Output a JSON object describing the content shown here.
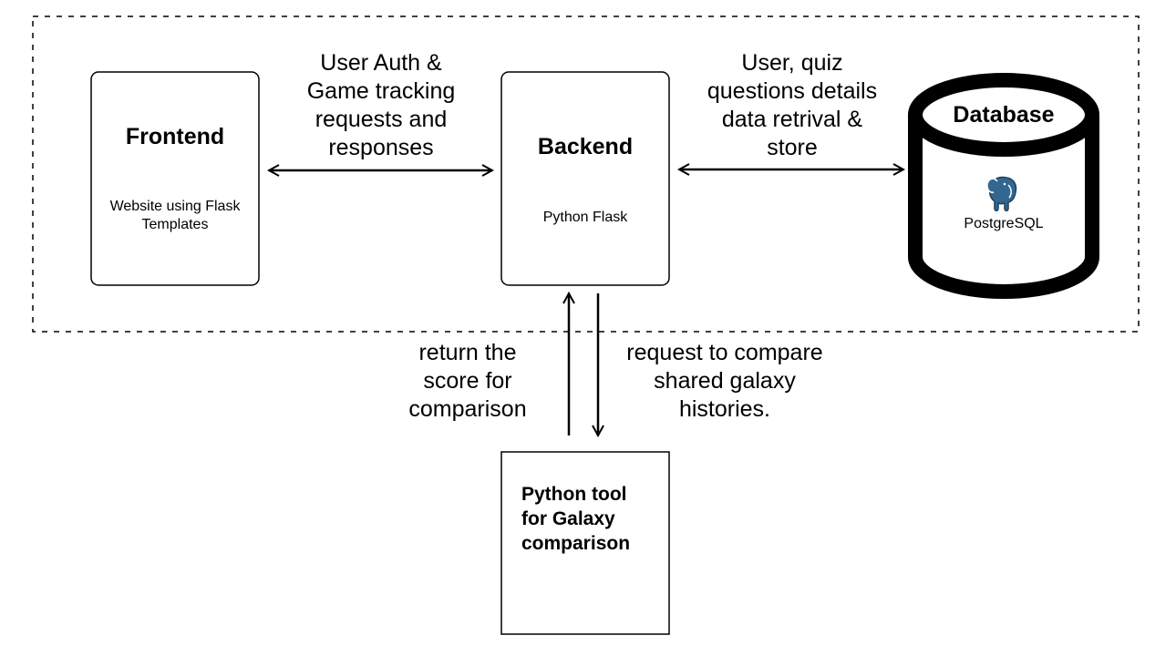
{
  "frontend": {
    "title": "Frontend",
    "subtitle": "Website using Flask\nTemplates"
  },
  "backend": {
    "title": "Backend",
    "subtitle": "Python Flask"
  },
  "database": {
    "title": "Database",
    "subtitle": "PostgreSQL",
    "icon": "postgresql-elephant-icon"
  },
  "python_tool": {
    "title": "Python tool\nfor Galaxy\ncomparison"
  },
  "edges": {
    "frontend_backend": "User Auth &\nGame tracking\nrequests and\nresponses",
    "backend_database": "User, quiz\nquestions details\ndata retrival &\nstore",
    "tool_to_backend": "return the\nscore for\ncomparison",
    "backend_to_tool": "request to compare\nshared galaxy\nhistories."
  },
  "colors": {
    "stroke": "#000000",
    "postgres_blue": "#336791"
  }
}
